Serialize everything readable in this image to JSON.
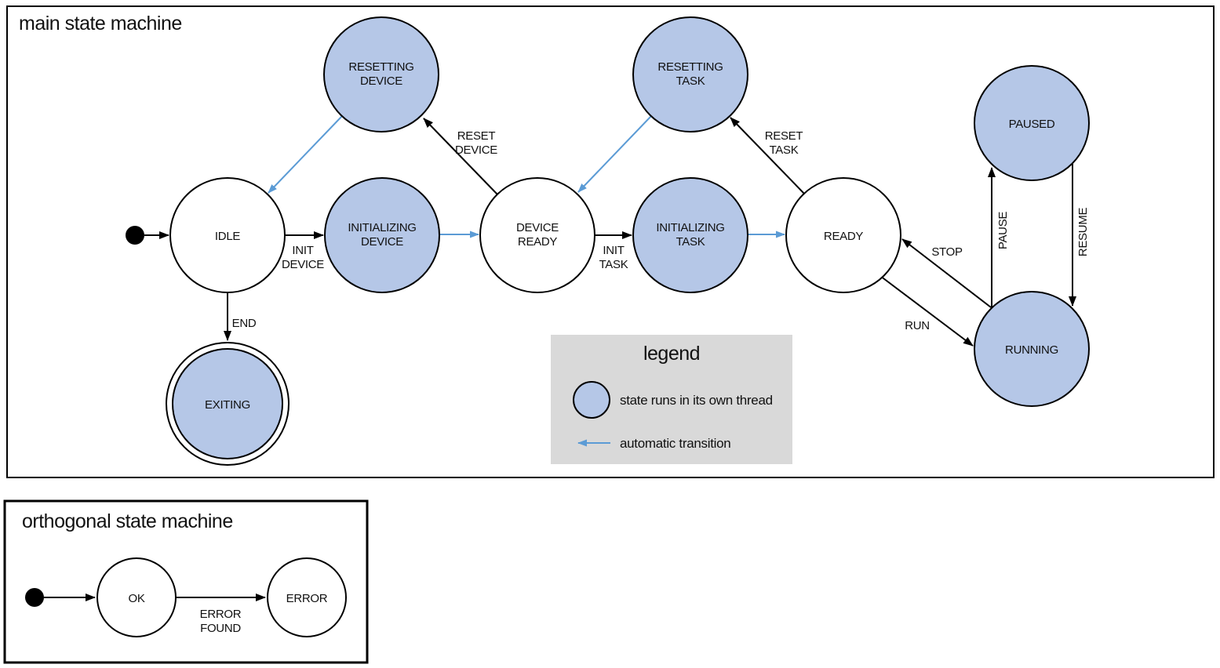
{
  "colors": {
    "threaded_state_fill": "#b5c7e7",
    "automatic_transition_blue": "#5b9bd5",
    "legend_background": "#d9d9d9",
    "line_black": "#000000"
  },
  "main_machine": {
    "title": "main state machine",
    "states": [
      {
        "name": "IDLE",
        "lines": [
          "IDLE"
        ],
        "threaded": false
      },
      {
        "name": "INITIALIZING DEVICE",
        "lines": [
          "INITIALIZING",
          "DEVICE"
        ],
        "threaded": true
      },
      {
        "name": "DEVICE READY",
        "lines": [
          "DEVICE",
          "READY"
        ],
        "threaded": false
      },
      {
        "name": "INITIALIZING TASK",
        "lines": [
          "INITIALIZING",
          "TASK"
        ],
        "threaded": true
      },
      {
        "name": "READY",
        "lines": [
          "READY"
        ],
        "threaded": false
      },
      {
        "name": "RESETTING DEVICE",
        "lines": [
          "RESETTING",
          "DEVICE"
        ],
        "threaded": true
      },
      {
        "name": "RESETTING TASK",
        "lines": [
          "RESETTING",
          "TASK"
        ],
        "threaded": true
      },
      {
        "name": "PAUSED",
        "lines": [
          "PAUSED"
        ],
        "threaded": true
      },
      {
        "name": "RUNNING",
        "lines": [
          "RUNNING"
        ],
        "threaded": true
      },
      {
        "name": "EXITING",
        "lines": [
          "EXITING"
        ],
        "threaded": true,
        "final_state": true
      }
    ],
    "transitions": [
      {
        "from": "start",
        "to": "IDLE",
        "lines": []
      },
      {
        "from": "IDLE",
        "to": "INITIALIZING DEVICE",
        "lines": [
          "INIT",
          "DEVICE"
        ]
      },
      {
        "from": "INITIALIZING DEVICE",
        "to": "DEVICE READY",
        "lines": [],
        "automatic": true
      },
      {
        "from": "DEVICE READY",
        "to": "RESETTING DEVICE",
        "lines": [
          "RESET",
          "DEVICE"
        ]
      },
      {
        "from": "RESETTING DEVICE",
        "to": "IDLE",
        "lines": [],
        "automatic": true
      },
      {
        "from": "DEVICE READY",
        "to": "INITIALIZING TASK",
        "lines": [
          "INIT",
          "TASK"
        ]
      },
      {
        "from": "INITIALIZING TASK",
        "to": "READY",
        "lines": [],
        "automatic": true
      },
      {
        "from": "READY",
        "to": "RESETTING TASK",
        "lines": [
          "RESET",
          "TASK"
        ]
      },
      {
        "from": "RESETTING TASK",
        "to": "DEVICE READY",
        "lines": [],
        "automatic": true
      },
      {
        "from": "READY",
        "to": "RUNNING",
        "lines": [
          "RUN"
        ]
      },
      {
        "from": "RUNNING",
        "to": "READY",
        "lines": [
          "STOP"
        ]
      },
      {
        "from": "RUNNING",
        "to": "PAUSED",
        "lines": [
          "PAUSE"
        ]
      },
      {
        "from": "PAUSED",
        "to": "RUNNING",
        "lines": [
          "RESUME"
        ]
      },
      {
        "from": "IDLE",
        "to": "EXITING",
        "lines": [
          "END"
        ]
      }
    ]
  },
  "legend": {
    "title": "legend",
    "items": [
      {
        "symbol": "threaded-state-circle",
        "label": "state runs in its own thread"
      },
      {
        "symbol": "automatic-transition-arrow",
        "label": "automatic transition"
      }
    ]
  },
  "orthogonal_machine": {
    "title": "orthogonal state machine",
    "states": [
      {
        "name": "OK",
        "lines": [
          "OK"
        ],
        "threaded": false
      },
      {
        "name": "ERROR",
        "lines": [
          "ERROR"
        ],
        "threaded": false
      }
    ],
    "transitions": [
      {
        "from": "start",
        "to": "OK",
        "lines": []
      },
      {
        "from": "OK",
        "to": "ERROR",
        "lines": [
          "ERROR",
          "FOUND"
        ]
      }
    ]
  }
}
